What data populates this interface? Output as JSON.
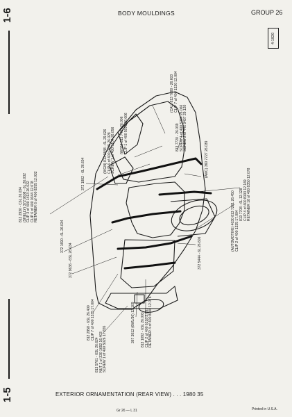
{
  "header": {
    "title": "BODY MOULDINGS",
    "group": "GROUP 26",
    "code": "4-1820"
  },
  "side_tabs": {
    "top": "1-6",
    "bottom": "1-5"
  },
  "callouts": {
    "c1": [
      "(CAL) 813 7080 - 26.603",
      "CLIP 7 of 400 1320 12.004"
    ],
    "c2": [
      "813 7720 - 26.039",
      "SCREW 1 of 400 5264 26.066",
      "SCREW 2 of 446 9437 29.120"
    ],
    "c3": [
      "(AMC) 360 7727 26.039"
    ],
    "c4": [
      "813 7708 - 6L 12.128",
      "CLIP 4 of 400 8193 12.149",
      "RETAINER 18 of 400 8350 12.078"
    ],
    "c5": [
      "(WGN) 813 7487 26.006",
      "CLIP 1 of 400 5070 26.006"
    ],
    "c6": [
      "(WGN) 813 0848 - 6L 29.026",
      "CLIP 6 of 400 0415 26.028",
      "SCREW 1 of 400 5104 26.056"
    ],
    "c7": [
      "372 1882 - 6L 26.604"
    ],
    "c8": [
      "812 2930 - C6L 26.034",
      "(SHELLY) 372 9608 - 6L 26.032",
      "CLIP 3 of 400 1413 26.032",
      "CLIP 6 of 400 0344 12.078",
      "RETAINER 6 of 400 8255 12.032"
    ],
    "c9": [
      "372 1690 - 6L 26.034"
    ],
    "c10": [
      "372 9636 - 6SL 26.034"
    ],
    "c11": [
      "(AUTOMOTIVE) 4030 813 7261 26.450",
      "CLIP 2 of 400 1335 17.004"
    ],
    "c12": [
      "372 5444 - 6L 26.606"
    ],
    "c13": [
      "812 2958 - 6SL 26.400",
      "CLIP 7 of 400 1335 17.004"
    ],
    "c14": [
      "813 1092 - 6SL 26.003",
      "CLIP 2 of 400 6318 2.051",
      "RETAINER 4 of 400 8000 12.078"
    ],
    "c15": [
      "367 3012 (6WL/36) 12.109"
    ],
    "c16": [
      "813 5761 - 6SL 26.624",
      "NUT 2 of 330 1692 16.403",
      "SCREW 1 of 400 5026 17.655"
    ]
  },
  "footer": {
    "caption": "EXTERIOR ORNAMENTATION (REAR VIEW) . . . 1980  35",
    "page": "Gr 26  —  L 31",
    "printed": "Printed in U.S.A."
  }
}
